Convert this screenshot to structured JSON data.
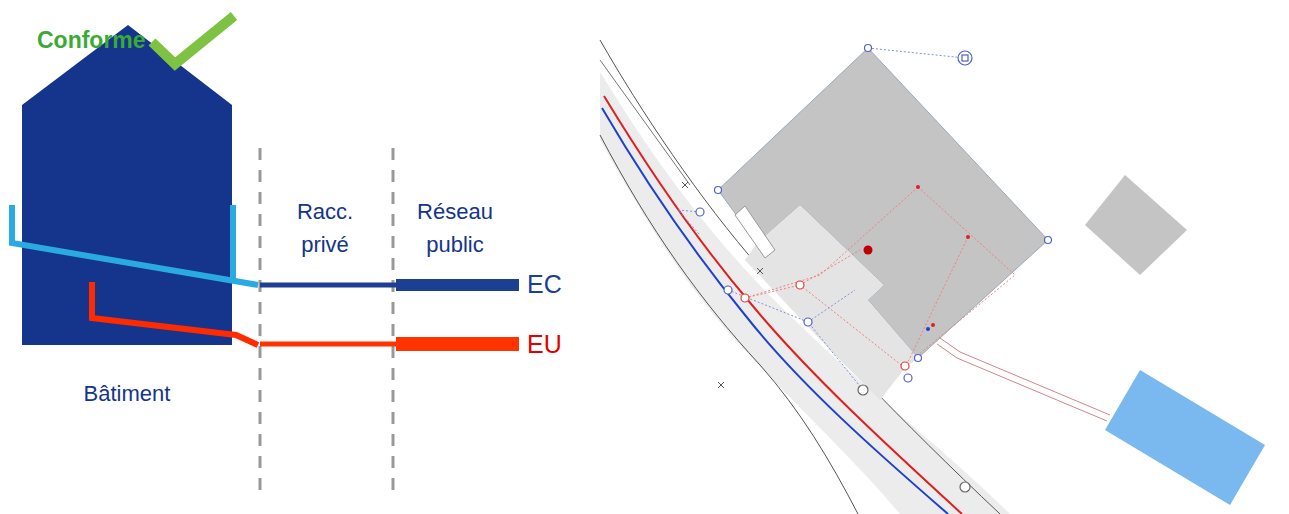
{
  "diagram": {
    "nodes": [
      {
        "text": [
          "Bâtiment"
        ]
      }
    ],
    "labels": [
      "Conforme",
      "Racc. privé",
      "Réseau public",
      "EC",
      "EU"
    ]
  }
}
